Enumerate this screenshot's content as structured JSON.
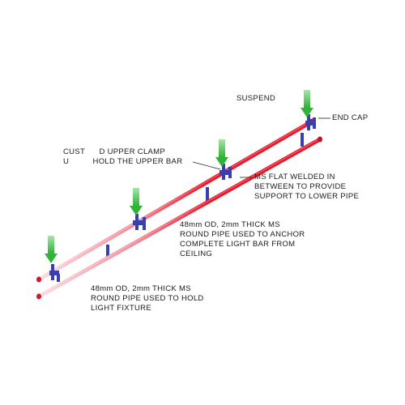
{
  "labels": {
    "suspend": "SUSPEND",
    "end_cap": "END CAP",
    "upper_clamp": [
      "CUST      D UPPER CLAMP",
      "U          HOLD THE UPPER BAR"
    ],
    "ms_flat": [
      "MS FLAT WELDED IN",
      "BETWEEN TO PROVIDE",
      "SUPPORT TO LOWER PIPE"
    ],
    "upper_pipe": [
      "48mm OD, 2mm THICK MS",
      "ROUND PIPE USED TO ANCHOR",
      "COMPLETE LIGHT BAR FROM",
      "CEILING"
    ],
    "lower_pipe": [
      "48mm OD, 2mm THICK MS",
      "ROUND PIPE USED TO HOLD",
      "LIGHT FIXTURE"
    ]
  },
  "colors": {
    "pipe": "#e8192c",
    "pipe_fade": "#f7c0c8",
    "clamp": "#3a3fb0",
    "suspend_arrow": "#4cc44f",
    "leader": "#222222"
  }
}
